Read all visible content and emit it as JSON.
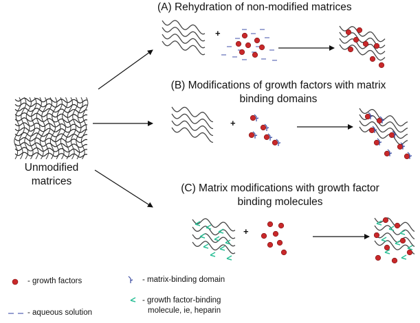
{
  "panels": {
    "a": {
      "title": "(A) Rehydration of non-modified matrices"
    },
    "b": {
      "title_line1": "(B) Modifications of growth factors with matrix",
      "title_line2": "binding domains"
    },
    "c": {
      "title_line1": "(C) Matrix modifications with growth factor",
      "title_line2": "binding molecules"
    }
  },
  "source": {
    "label_line1": "Unmodified",
    "label_line2": "matrices"
  },
  "operator": "+",
  "legend": {
    "growth_factors": "- growth factors",
    "aqueous_solution": "- aqueous solution",
    "matrix_binding_domain": "- matrix-binding domain",
    "gf_binding_line1": "- growth factor-binding",
    "gf_binding_line2": "molecule, ie, heparin"
  },
  "colors": {
    "growth_factor": "#c8282a",
    "aqueous": "#3f4fa8",
    "binding_domain": "#3a4aa0",
    "heparin": "#2bbf96",
    "fiber": "#444444"
  }
}
